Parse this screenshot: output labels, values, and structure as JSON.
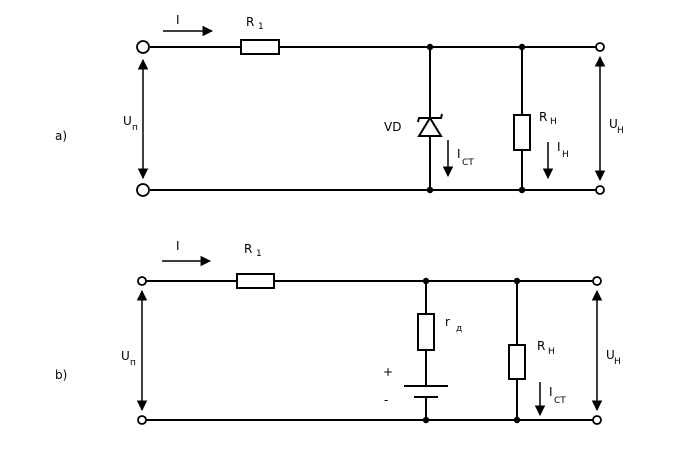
{
  "circuit_a": {
    "tag": "a)",
    "current": "I",
    "series_resistor": "R",
    "series_resistor_sub": "1",
    "input_voltage": "U",
    "input_voltage_sub": "п",
    "diode": "VD",
    "diode_current": "I",
    "diode_current_sub": "СТ",
    "load_resistor": "R",
    "load_resistor_sub": "Н",
    "load_current": "I",
    "load_current_sub": "Н",
    "output_voltage": "U",
    "output_voltage_sub": "Н"
  },
  "circuit_b": {
    "tag": "b)",
    "current": "I",
    "series_resistor": "R",
    "series_resistor_sub": "1",
    "input_voltage": "U",
    "input_voltage_sub": "п",
    "internal_resistance": "r",
    "internal_resistance_sub": "д",
    "plus_sign": "+",
    "minus_sign": "-",
    "load_resistor": "R",
    "load_resistor_sub": "Н",
    "load_current": "I",
    "load_current_sub": "СТ",
    "output_voltage": "U",
    "output_voltage_sub": "Н"
  }
}
